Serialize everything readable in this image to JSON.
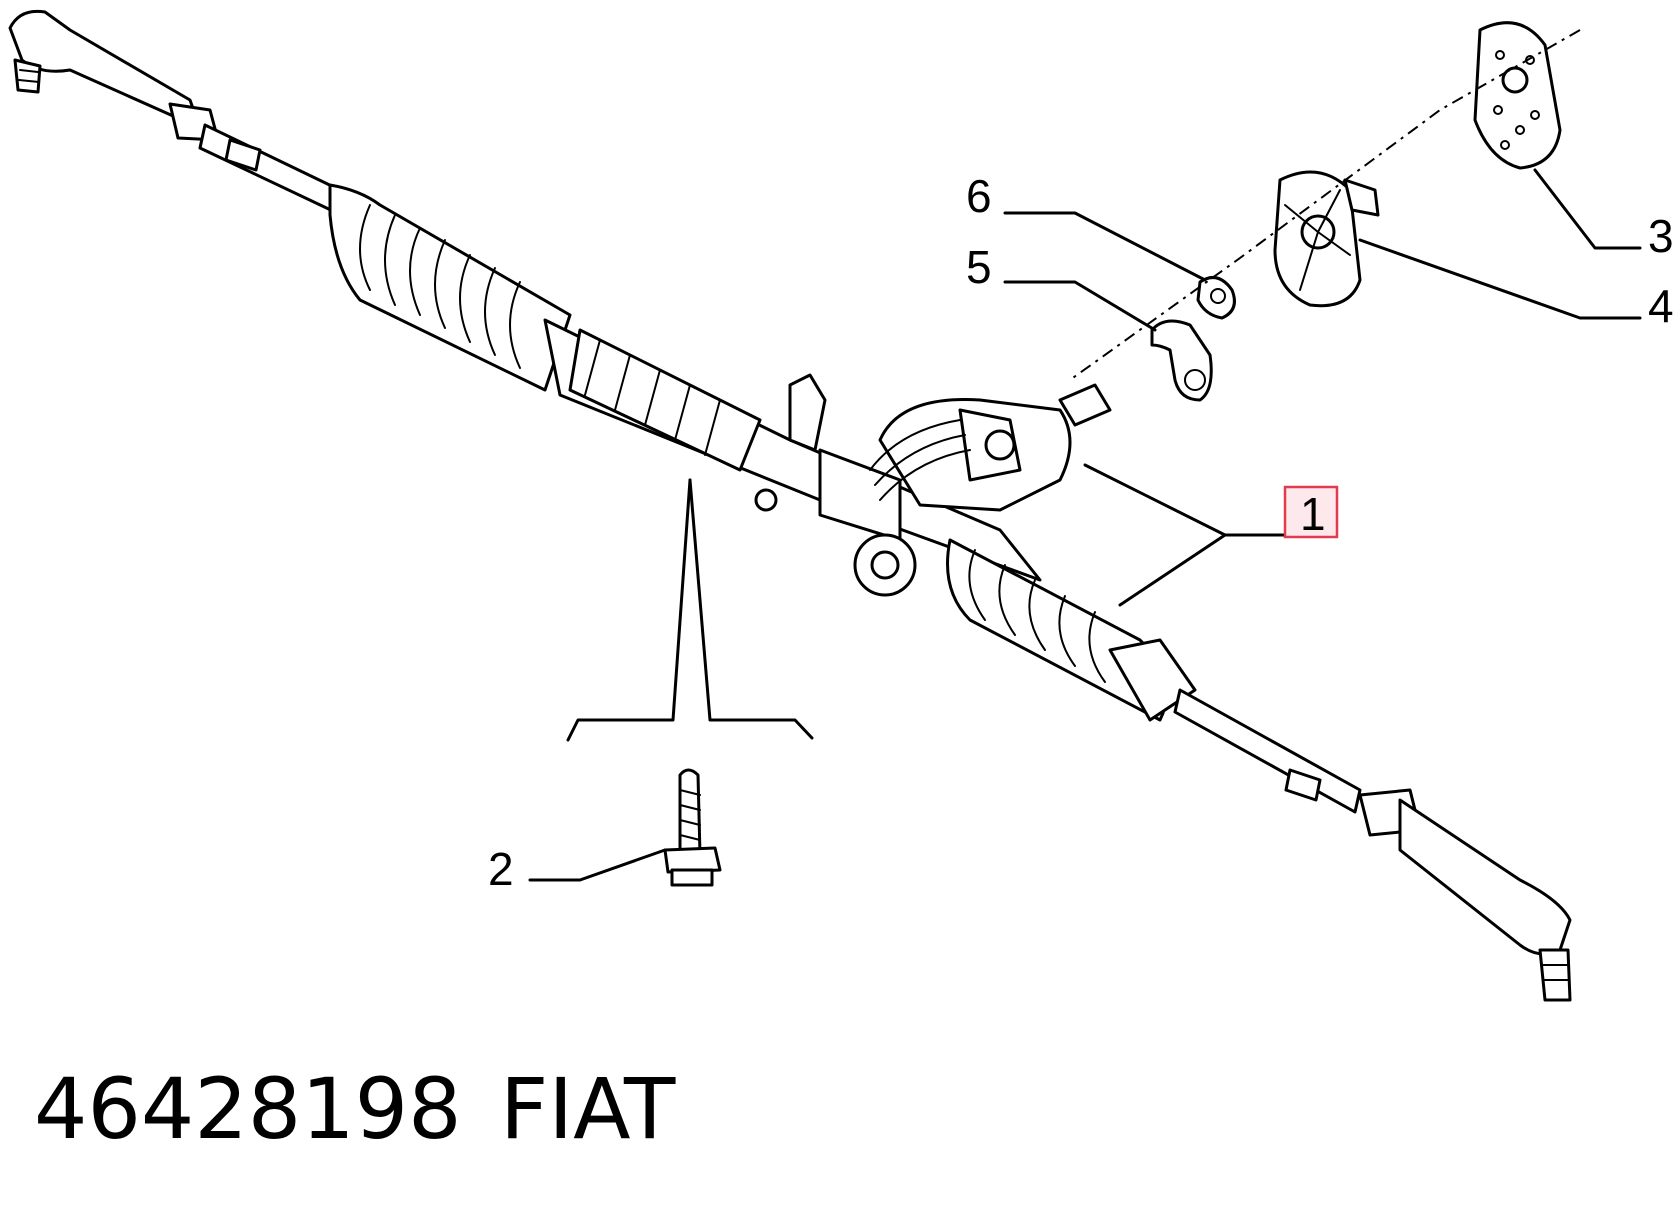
{
  "callouts": [
    {
      "id": "1",
      "label": "1",
      "highlighted": true
    },
    {
      "id": "2",
      "label": "2",
      "highlighted": false
    },
    {
      "id": "3",
      "label": "3",
      "highlighted": false
    },
    {
      "id": "4",
      "label": "4",
      "highlighted": false
    },
    {
      "id": "5",
      "label": "5",
      "highlighted": false
    },
    {
      "id": "6",
      "label": "6",
      "highlighted": false
    }
  ],
  "footer": {
    "part_number": "46428198",
    "brand": "FIAT"
  },
  "colors": {
    "highlight_fill": "#fde8ec",
    "highlight_stroke": "#e23b4d",
    "line": "#000000"
  }
}
